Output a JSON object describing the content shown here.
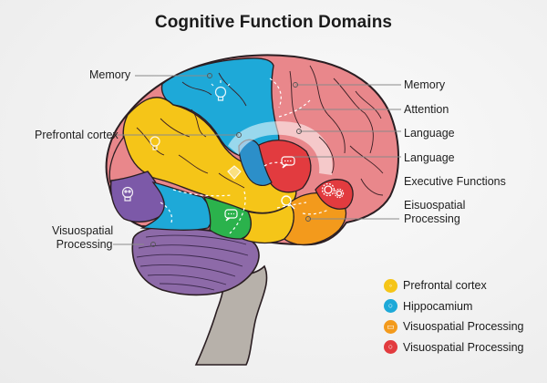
{
  "title": "Cognitive Function Domains",
  "colors": {
    "background": "#f1f1f1",
    "frontal_yellow": "#f5c518",
    "parietal_blue": "#1ea9d8",
    "cortex_pink": "#e9878b",
    "red_region": "#e23b3f",
    "green_region": "#2bb24c",
    "orange_region": "#f39a1c",
    "occipital_purple": "#7c59a8",
    "cerebellum_purple": "#8d6aa8",
    "brainstem_gray": "#b7b1aa",
    "outline": "#2a1e22"
  },
  "left_labels": [
    {
      "id": "memory",
      "text": "Memory"
    },
    {
      "id": "prefrontal",
      "text": "Prefrontal cortex"
    },
    {
      "id": "visuospatial",
      "line1": "Visuospatial",
      "line2": "Processing"
    }
  ],
  "right_labels": [
    {
      "id": "memory",
      "text": "Memory"
    },
    {
      "id": "attention",
      "text": "Attention"
    },
    {
      "id": "language1",
      "text": "Language"
    },
    {
      "id": "language2",
      "text": "Language"
    },
    {
      "id": "executive",
      "text": "Executive Functions"
    },
    {
      "id": "eisuospatial",
      "line1": "Eisuospatial",
      "line2": "Processing"
    }
  ],
  "region_icons": [
    {
      "region": "parietal",
      "icon": "lightbulb-icon"
    },
    {
      "region": "frontal",
      "icon": "lightbulb-icon"
    },
    {
      "region": "occipital",
      "icon": "skull-icon"
    },
    {
      "region": "temporal-yellow",
      "icon": "puzzle-icon"
    },
    {
      "region": "green",
      "icon": "speech-bubble-icon"
    },
    {
      "region": "orange",
      "icon": "magnifier-icon"
    },
    {
      "region": "red-language",
      "icon": "speech-bubble-icon"
    },
    {
      "region": "red-executive",
      "icon": "gears-icon"
    }
  ],
  "legend": [
    {
      "label": "Prefrontal cortex",
      "color": "#f5c518",
      "icon": "lightbulb-icon",
      "glyph": "💡"
    },
    {
      "label": "Hippocamium",
      "color": "#1ea9d8",
      "icon": "magnifier-icon",
      "glyph": "⚲"
    },
    {
      "label": "Visuospatial Processing",
      "color": "#f39a1c",
      "icon": "speech-bubble-icon",
      "glyph": "…"
    },
    {
      "label": "Visuospatial Processing",
      "color": "#e23b3f",
      "icon": "magnifier-icon",
      "glyph": "⚲"
    }
  ]
}
